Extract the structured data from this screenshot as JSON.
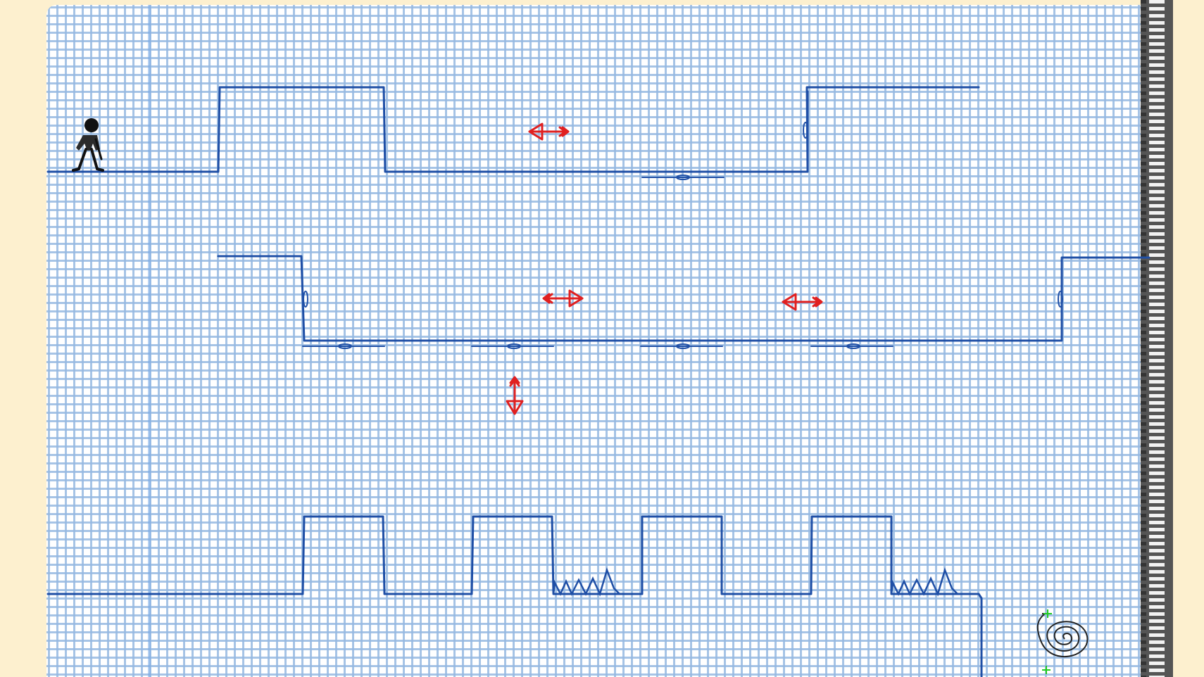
{
  "game": {
    "theme": "notebook-graph-paper",
    "colors": {
      "background": "#fdf0cf",
      "paper": "#ffffff",
      "grid": "#96b9e1",
      "ink": "#1f4fa6",
      "arrow": "#e02020",
      "player": "#111111",
      "portal": "#222222",
      "sparkle": "#22cc22"
    },
    "player": {
      "icon": "stick-figure-icon"
    },
    "hazards": {
      "arrows": [
        {
          "direction": "left",
          "icon": "arrow-left-icon"
        },
        {
          "direction": "right",
          "icon": "arrow-right-icon"
        },
        {
          "direction": "left",
          "icon": "arrow-left-icon"
        },
        {
          "direction": "down",
          "icon": "arrow-down-icon"
        }
      ],
      "spike_rows": 2
    },
    "goal": {
      "icon": "spiral-portal-icon"
    }
  }
}
